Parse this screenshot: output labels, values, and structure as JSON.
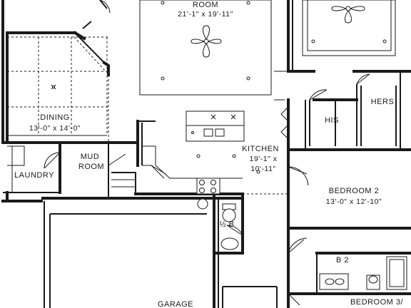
{
  "rooms": {
    "room": {
      "name": "ROOM",
      "dims": "21'-1\" x 19'-11\""
    },
    "dining": {
      "name": "DINING",
      "dims": "13'-0\" x 14'-0\""
    },
    "kitchen": {
      "name": "KITCHEN",
      "dims_1": "19'-1\" x",
      "dims_2": "10'-11\""
    },
    "mud": {
      "name_1": "MUD",
      "name_2": "ROOM"
    },
    "laundry": {
      "name": "LAUNDRY"
    },
    "his": {
      "name": "HIS"
    },
    "hers": {
      "name": "HERS"
    },
    "bedroom2": {
      "name": "BEDROOM 2",
      "dims": "13'-0\" x 12'-10\""
    },
    "bath2": {
      "name": "B 2"
    },
    "halfbath": {
      "name": "½ B"
    },
    "garage": {
      "name": "GARAGE"
    },
    "bedroom3": {
      "name": "BEDROOM 3/"
    }
  }
}
